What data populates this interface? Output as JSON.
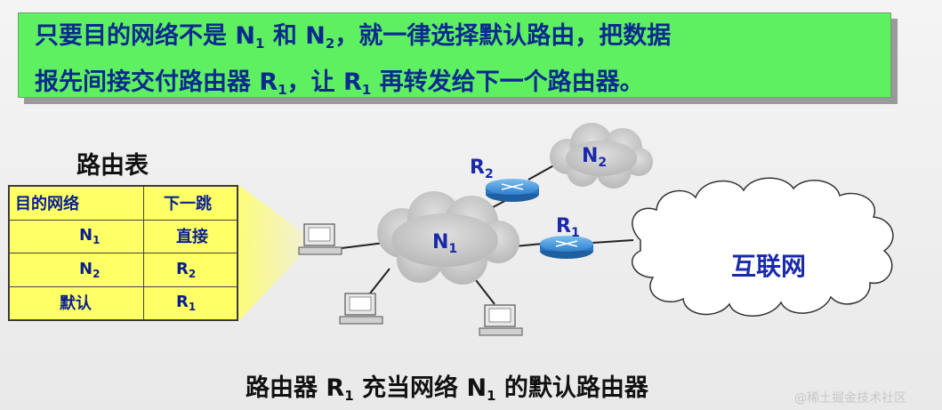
{
  "banner": {
    "l1_a": "只要目的网络不是 N",
    "l1_sub1": "1",
    "l1_b": " 和 N",
    "l1_sub2": "2",
    "l1_c": "，就一律选择默认路由，把数据",
    "l2_a": "报先间接交付路由器 R",
    "l2_sub1": "1",
    "l2_b": "，让 R",
    "l2_sub2": "1",
    "l2_c": " 再转发给下一个路由器。"
  },
  "routing_table": {
    "title": "路由表",
    "header": {
      "dest": "目的网络",
      "next": "下一跳"
    },
    "rows": [
      {
        "dest": "N",
        "dest_sub": "1",
        "next": "直接",
        "next_sub": ""
      },
      {
        "dest": "N",
        "dest_sub": "2",
        "next": "R",
        "next_sub": "2"
      },
      {
        "dest": "默认",
        "dest_sub": "",
        "next": "R",
        "next_sub": "1"
      }
    ]
  },
  "diagram": {
    "r2": {
      "main": "R",
      "sub": "2"
    },
    "r1": {
      "main": "R",
      "sub": "1"
    },
    "n1": {
      "main": "N",
      "sub": "1"
    },
    "n2": {
      "main": "N",
      "sub": "2"
    },
    "internet": "互联网",
    "colors": {
      "router": "#3a8fd6",
      "cloud": "#c9c9c9",
      "table_bg": "#ffff66",
      "banner_bg": "#5ff062",
      "label": "#1a2aa8"
    }
  },
  "caption": {
    "a": "路由器 R",
    "sub1": "1",
    "b": " 充当网络 N",
    "sub2": "1",
    "c": " 的默认路由器"
  },
  "watermark": "@稀土掘金技术社区"
}
